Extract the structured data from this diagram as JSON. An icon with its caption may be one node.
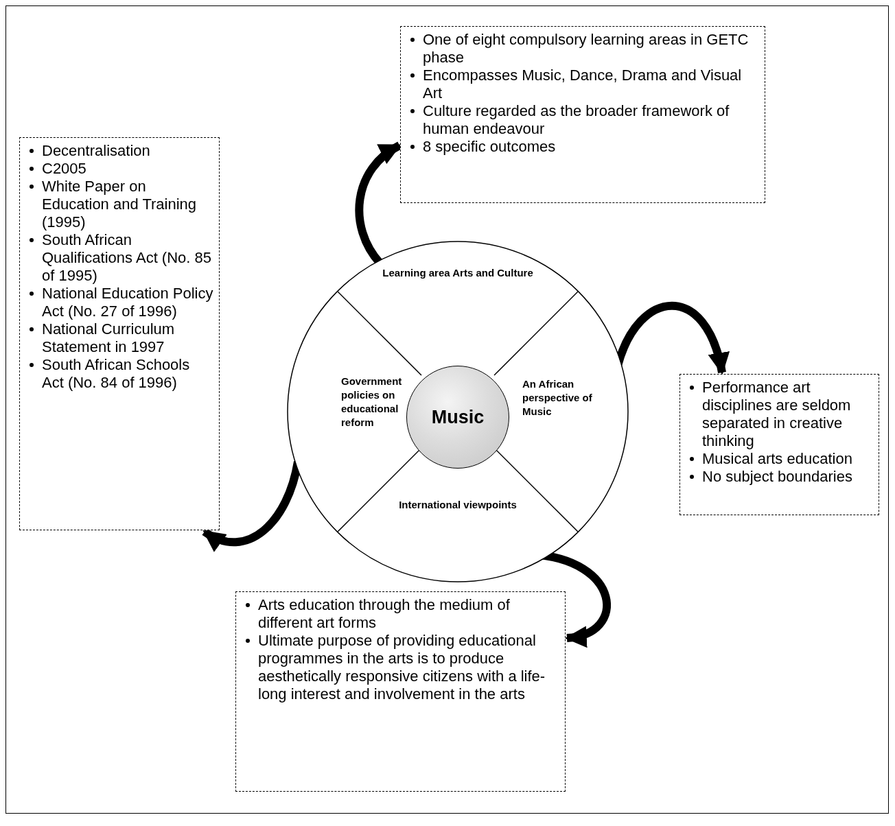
{
  "diagram": {
    "nodes": [
      {
        "text": [],
        "shape": "circle"
      },
      {
        "text": [
          "Learning area Arts and Culture"
        ],
        "in": 0
      },
      {
        "text": [
          "Government policies on educational reform"
        ],
        "in": 0
      },
      {
        "text": [
          "Music"
        ],
        "in": 0
      },
      {
        "text": [
          "An African perspective of Music"
        ],
        "in": 0
      },
      {
        "text": [
          "International viewpoints"
        ],
        "in": 0
      },
      {
        "text": [
          "One of eight compulsory learning areas in GETC phase",
          "Encompasses Music, Dance, Drama and Visual Art",
          "Culture regarded as the broader framework of human endeavour",
          "8 specific outcomes"
        ]
      },
      {
        "text": [
          "Decentralisation",
          "C2005",
          "White Paper on Education and Training (1995)",
          "South African Qualifications Act (No. 85 of 1995)",
          "National Education Policy Act (No. 27 of 1996)",
          "National Curriculum Statement in 1997",
          "South African Schools Act (No. 84 of 1996)"
        ]
      },
      {
        "text": [
          "Performance art disciplines are seldom separated in creative thinking",
          "Musical arts education",
          "No subject boundaries"
        ]
      },
      {
        "text": [
          "Arts education through the medium of different art forms",
          "Ultimate purpose of providing educational programmes in the arts is to produce aesthetically responsive citizens with a life-long interest and involvement in the arts"
        ]
      }
    ],
    "edges": [
      {
        "from": 1,
        "to": 6,
        "arrow": "to"
      },
      {
        "from": 4,
        "to": 8,
        "arrow": "to"
      },
      {
        "from": 5,
        "to": 9,
        "arrow": "to"
      },
      {
        "from": 2,
        "to": 7,
        "arrow": "to"
      }
    ]
  }
}
